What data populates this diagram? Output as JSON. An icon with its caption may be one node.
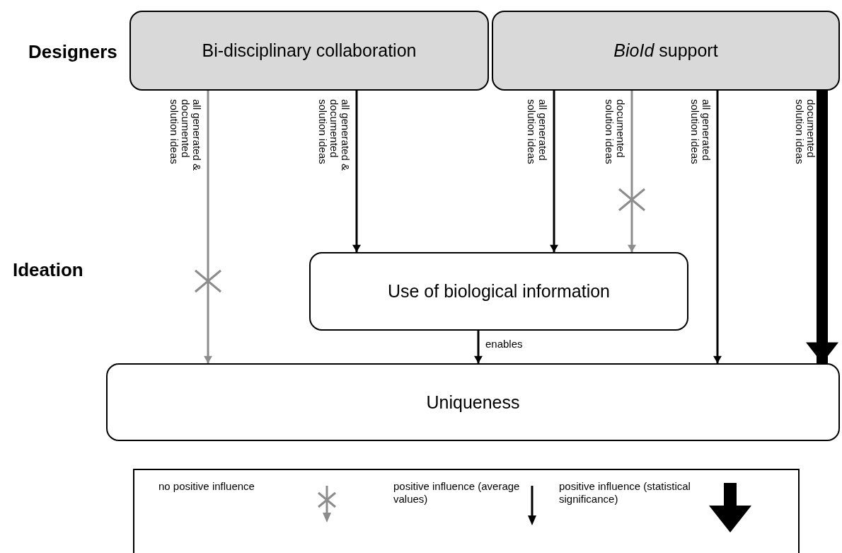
{
  "diagram": {
    "nodes": [
      {
        "text": [
          "Bi-disciplinary collaboration"
        ]
      },
      {
        "text": [
          "*BioId* support"
        ]
      },
      {
        "text": [
          "Use of biological information"
        ]
      },
      {
        "text": [
          "Uniqueness"
        ]
      }
    ],
    "edges": [
      {
        "from": 0,
        "to": 3,
        "arrow": "to",
        "label": "all generated & documented solution ideas",
        "color": "#8c8c8c"
      },
      {
        "from": 0,
        "to": 2,
        "arrow": "to",
        "label": "all generated & documented solution ideas"
      },
      {
        "from": 1,
        "to": 2,
        "arrow": "to",
        "label": "all generated solution ideas"
      },
      {
        "from": 1,
        "to": 2,
        "arrow": "to",
        "label": "documented solution ideas",
        "color": "#8c8c8c"
      },
      {
        "from": 2,
        "to": 3,
        "arrow": "to",
        "label": "enables"
      },
      {
        "from": 1,
        "to": 3,
        "arrow": "to",
        "label": "all generated solution ideas"
      },
      {
        "from": 1,
        "to": 3,
        "arrow": "to",
        "label": "documented solution ideas",
        "style": "thick"
      }
    ],
    "labels": [
      "Designers",
      "Ideation"
    ],
    "legend": [
      {
        "text": "no positive influence"
      },
      {
        "text": "positive influence (average values)"
      },
      {
        "text": "positive influence (statistical significance)"
      }
    ]
  }
}
